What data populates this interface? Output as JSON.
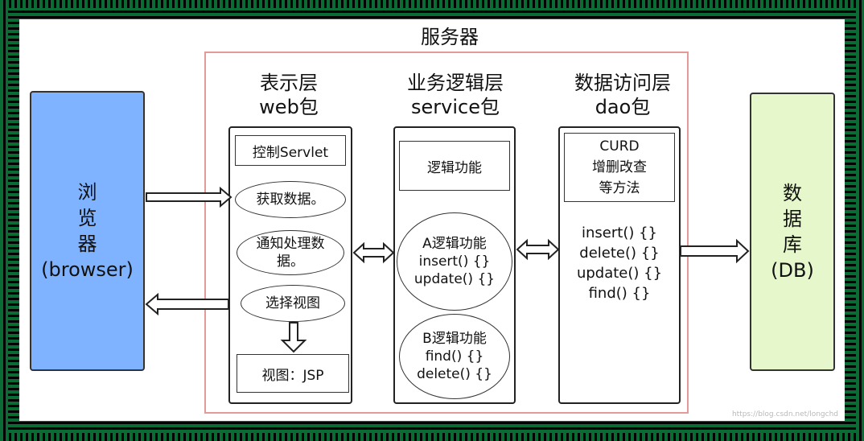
{
  "server": {
    "title": "服务器"
  },
  "browser": {
    "label": "浏\n览\n器\n(browser)"
  },
  "db": {
    "label": "数\n据\n库\n(DB)"
  },
  "web": {
    "title": "表示层\nweb包",
    "servlet": "控制Servlet",
    "get_data": "获取数据。",
    "notify": "通知处理数\n据。",
    "select_view": "选择视图",
    "view": "视图：JSP"
  },
  "service": {
    "title": "业务逻辑层\nservice包",
    "logic": "逻辑功能",
    "a_logic": "A逻辑功能\ninsert() {}\nupdate() {}",
    "b_logic": "B逻辑功能\nfind() {}\ndelete() {}"
  },
  "dao": {
    "title": "数据访问层\ndao包",
    "curd": "CURD\n增删改查\n等方法",
    "methods": "insert() {}\ndelete() {}\nupdate() {}\nfind() {}"
  },
  "watermark": "https://blog.csdn.net/longchd"
}
